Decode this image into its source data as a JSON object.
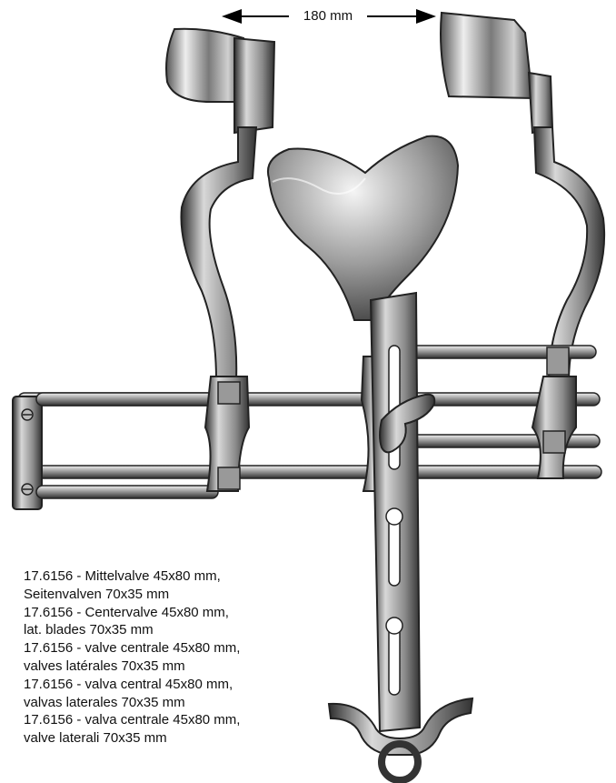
{
  "dimension_label": "180 mm",
  "description_lines": [
    "17.6156 - Mittelvalve 45x80 mm,",
    "Seitenvalven 70x35 mm",
    "17.6156 - Centervalve 45x80 mm,",
    "lat. blades 70x35 mm",
    "17.6156 - valve centrale 45x80 mm,",
    "valves latérales 70x35 mm",
    "17.6156 - valva central 45x80 mm,",
    "valvas laterales 70x35 mm",
    "17.6156 - valva centrale 45x80 mm,",
    "valve laterali 70x35 mm"
  ],
  "colors": {
    "ink": "#111111",
    "metal_dark": "#3a3a3a",
    "metal_mid": "#8a8a8a",
    "metal_light": "#e0e0e0"
  }
}
